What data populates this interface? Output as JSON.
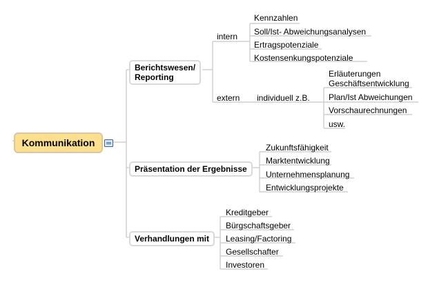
{
  "root": "Kommunikation",
  "branches": [
    {
      "label": "Berichtswesen/\nReporting",
      "children": [
        {
          "label": "intern",
          "children": [
            "Kennzahlen",
            "Soll/Ist- Abweichungsanalysen",
            "Ertragspotenziale",
            "Kostensenkungspotenziale"
          ]
        },
        {
          "label": "extern",
          "children": [
            {
              "label": "individuell z.B.",
              "children": [
                "Erläuterungen Geschäftsentwicklung",
                "Plan/Ist Abweichungen",
                "Vorschaurechnungen",
                "usw."
              ]
            }
          ]
        }
      ]
    },
    {
      "label": "Präsentation der Ergebnisse",
      "children": [
        "Zukunftsfähigkeit",
        "Marktentwicklung",
        "Unternehmensplanung",
        "Entwicklungsprojekte"
      ]
    },
    {
      "label": "Verhandlungen mit",
      "children": [
        "Kreditgeber",
        "Bürgschaftsgeber",
        "Leasing/Factoring",
        "Gesellschafter",
        "Investoren"
      ]
    }
  ],
  "colors": {
    "root_fill": "#fcdf8f",
    "root_border": "#d8c7a4",
    "line": "#c8c8c8",
    "note_icon": "#3d5f9a"
  }
}
